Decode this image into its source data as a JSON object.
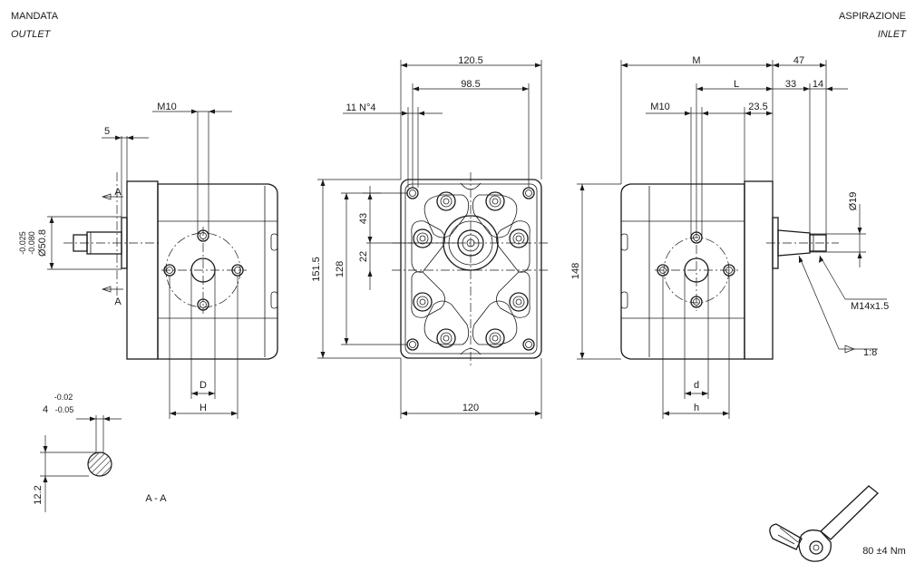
{
  "labels": {
    "outlet_it": "MANDATA",
    "outlet_en": "OUTLET",
    "inlet_it": "ASPIRAZIONE",
    "inlet_en": "INLET",
    "section": "A - A",
    "torque": "80 ±4 Nm"
  },
  "left_view": {
    "m10": "M10",
    "d5": "5",
    "sec_a_top": "A",
    "sec_a_bottom": "A",
    "tol_upper": "-0.025",
    "tol_lower": "-0.080",
    "dia": "Ø50.8",
    "D": "D",
    "H": "H"
  },
  "key_detail": {
    "tol_upper": "-0.02",
    "tol_lower": "-0.05",
    "width": "4",
    "height": "12.2"
  },
  "front_view": {
    "w120_5": "120.5",
    "w98_5": "98.5",
    "holes": "11 N°4",
    "h151_5": "151.5",
    "h128": "128",
    "h43": "43",
    "h22": "22",
    "w120": "120"
  },
  "right_view": {
    "M": "M",
    "L": "L",
    "d47": "47",
    "d33": "33",
    "d14": "14",
    "m10": "M10",
    "d23_5": "23.5",
    "dia19": "Ø19",
    "h148": "148",
    "thread": "M14x1.5",
    "taper": "1:8",
    "d": "d",
    "h": "h"
  }
}
